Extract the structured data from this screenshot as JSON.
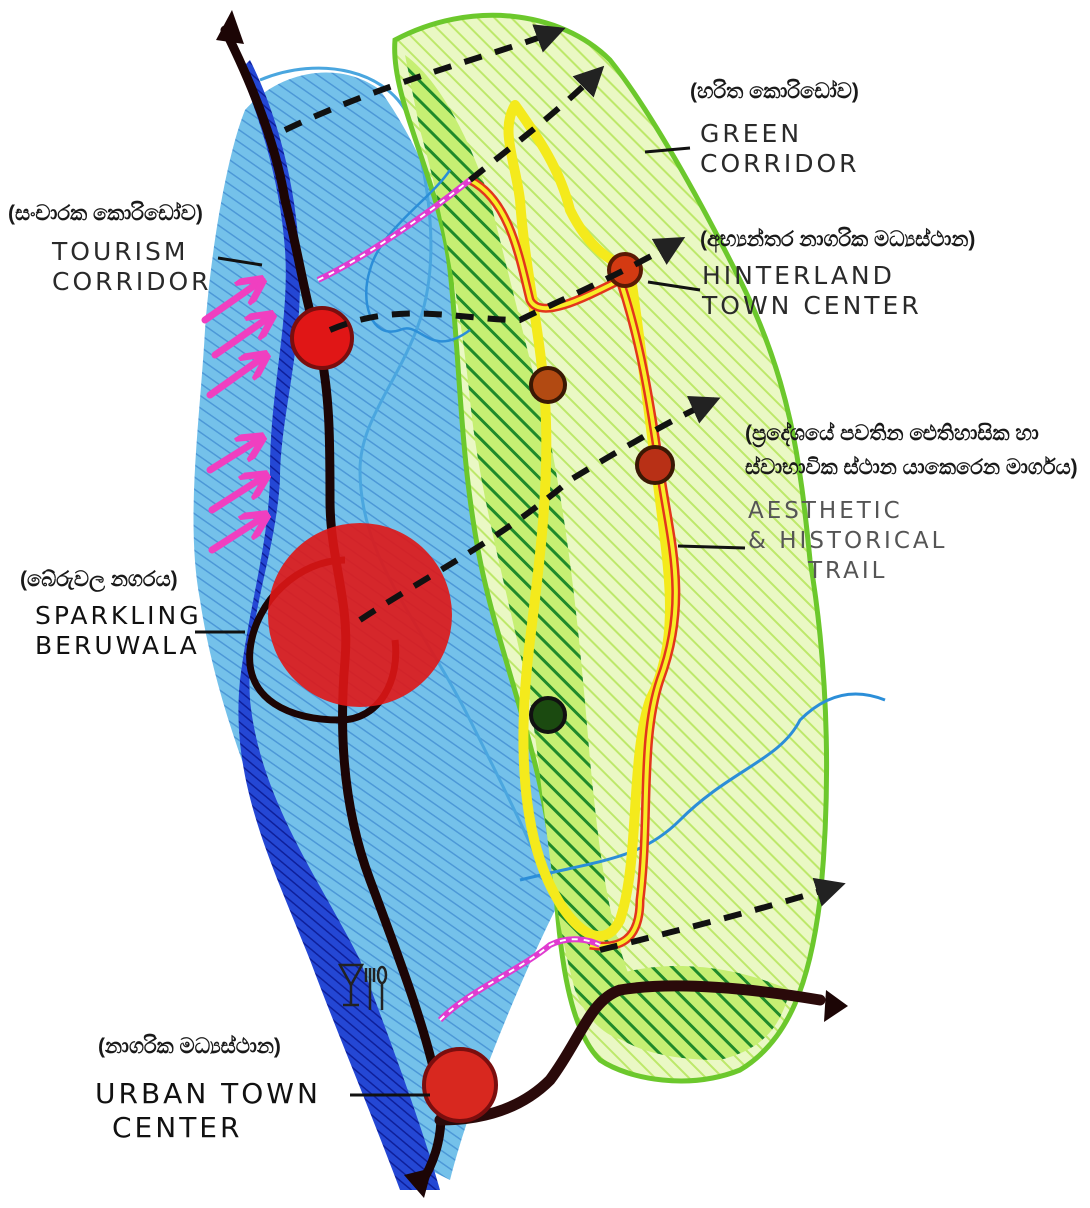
{
  "labels": {
    "green_corridor_si": "(හරිත කොරිඩෝව)",
    "green_corridor_l1": "GREEN",
    "green_corridor_l2": "CORRIDOR",
    "tourism_corridor_si": "(සංචාරක කොරිඩෝව)",
    "tourism_corridor_l1": "TOURISM",
    "tourism_corridor_l2": "CORRIDOR",
    "hinterland_si": "(අභ්‍යන්තර නාගරික මධ්‍යස්ථාන)",
    "hinterland_l1": "HINTERLAND",
    "hinterland_l2": "TOWN CENTER",
    "trail_si_l1": "(ප්‍රදේශයේ පවතින ඓතිහාසික හා",
    "trail_si_l2": "ස්වාභාවික ස්ථාන යාකෙරෙන මාර්ගය)",
    "trail_l1": "AESTHETIC",
    "trail_l2": "& HISTORICAL",
    "trail_l3": "TRAIL",
    "beruwala_si": "(බේරුවල නගරය)",
    "beruwala_l1": "SPARKLING",
    "beruwala_l2": "BERUWALA",
    "urban_si": "(නාගරික මධ්‍යස්ථාන)",
    "urban_l1": "URBAN TOWN",
    "urban_l2": "CENTER"
  },
  "colors": {
    "sea_blue": "#1f3fd0",
    "sea_light": "#4aa6df",
    "green_dark": "#1a7a24",
    "green_light": "#c9ef6a",
    "green_outline": "#6cc82c",
    "town_red": "#e01616",
    "trail_yellow": "#f4ea1c",
    "trail_red": "#e3351c",
    "trail_magenta": "#e03bd0",
    "road_dark": "#2a0a0a",
    "arrow_pink": "#f03fc0"
  },
  "icons": {
    "restaurant": "cocktail-and-cutlery-icon"
  }
}
